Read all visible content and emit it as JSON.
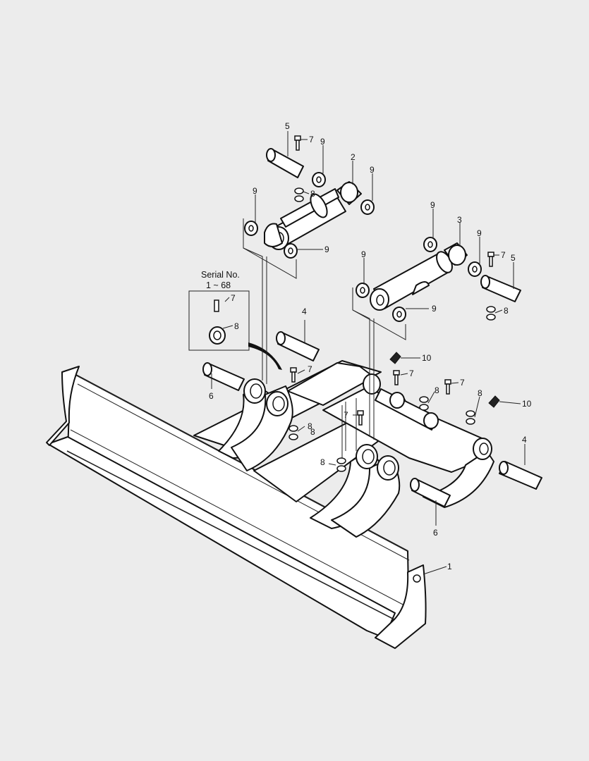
{
  "diagram": {
    "serial_note": {
      "line1": "Serial No.",
      "line2": "1 ~ 68"
    },
    "callouts": {
      "c1": "1",
      "c2": "2",
      "c3": "3",
      "c4a": "4",
      "c4b": "4",
      "c5a": "5",
      "c5b": "5",
      "c6a": "6",
      "c6b": "6",
      "c7a": "7",
      "c7b": "7",
      "c7c": "7",
      "c7d": "7",
      "c7e": "7",
      "c7f": "7",
      "c7g": "7",
      "c8a": "8",
      "c8b": "8",
      "c8c": "8",
      "c8d": "8",
      "c8e": "8",
      "c8f": "8",
      "c8g": "8",
      "c8h": "8",
      "c9a": "9",
      "c9b": "9",
      "c9c": "9",
      "c9d": "9",
      "c9e": "9",
      "c9f": "9",
      "c9g": "9",
      "c9h": "9",
      "c10a": "10",
      "c10b": "10"
    }
  }
}
